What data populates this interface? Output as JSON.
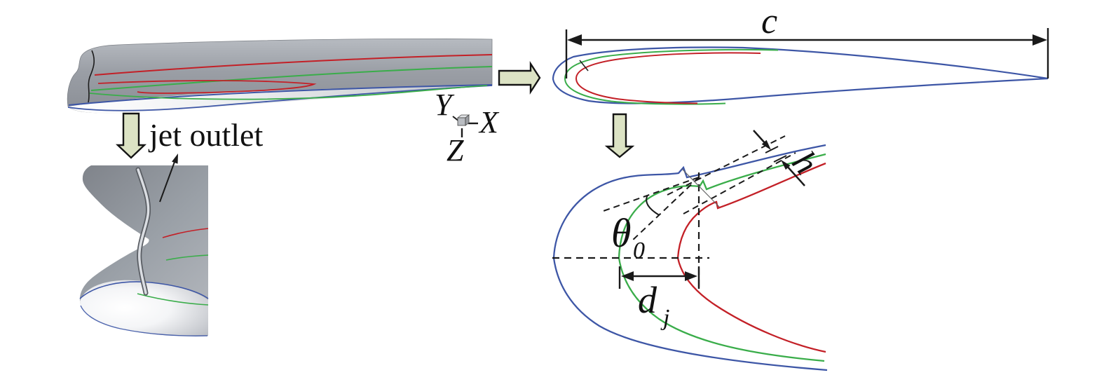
{
  "figure": {
    "wing_3d": {
      "slot_annotation": "jet outlet",
      "axes": {
        "y": "Y",
        "x": "X",
        "z": "Z"
      }
    },
    "airfoil_profile": {
      "chord_label": "c"
    },
    "leading_edge_detail": {
      "jet_angle_symbol": "θ",
      "jet_angle_subscript": "0",
      "jet_distance_symbol": "d",
      "jet_distance_subscript": "j",
      "slot_width_label": "h"
    },
    "colors": {
      "baseline_airfoil": "#3d56a6",
      "contour_green": "#3aad4a",
      "contour_red": "#c32027",
      "block_arrow_fill": "#dce3c4"
    }
  }
}
